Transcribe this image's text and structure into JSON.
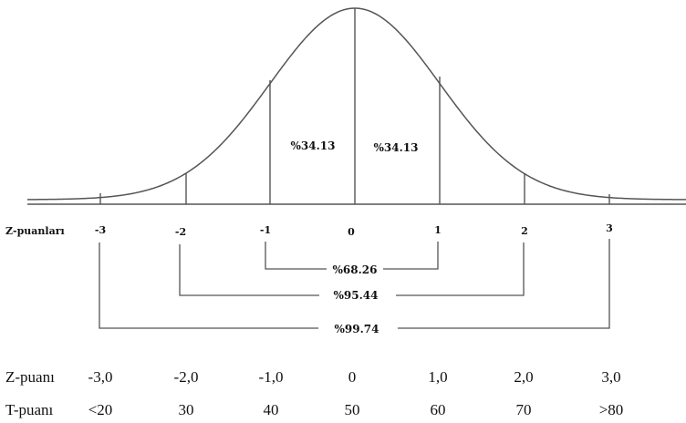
{
  "percent_labels": {
    "left_center": "%34.13",
    "right_center": "%34.13",
    "sd1": "%68.26",
    "sd2": "%95.44",
    "sd3": "%99.74"
  },
  "z_axis": {
    "label": "Z-puanları",
    "ticks": [
      "-3",
      "-2",
      "-1",
      "0",
      "1",
      "2",
      "3"
    ]
  },
  "table": {
    "z_row_label": "Z-puanı",
    "z_values": [
      "-3,0",
      "-2,0",
      "-1,0",
      "0",
      "1,0",
      "2,0",
      "3,0"
    ],
    "t_row_label": "T-puanı",
    "t_values": [
      "<20",
      "30",
      "40",
      "50",
      "60",
      "70",
      ">80"
    ]
  },
  "colors": {
    "line": "#555555",
    "text": "#111111"
  }
}
